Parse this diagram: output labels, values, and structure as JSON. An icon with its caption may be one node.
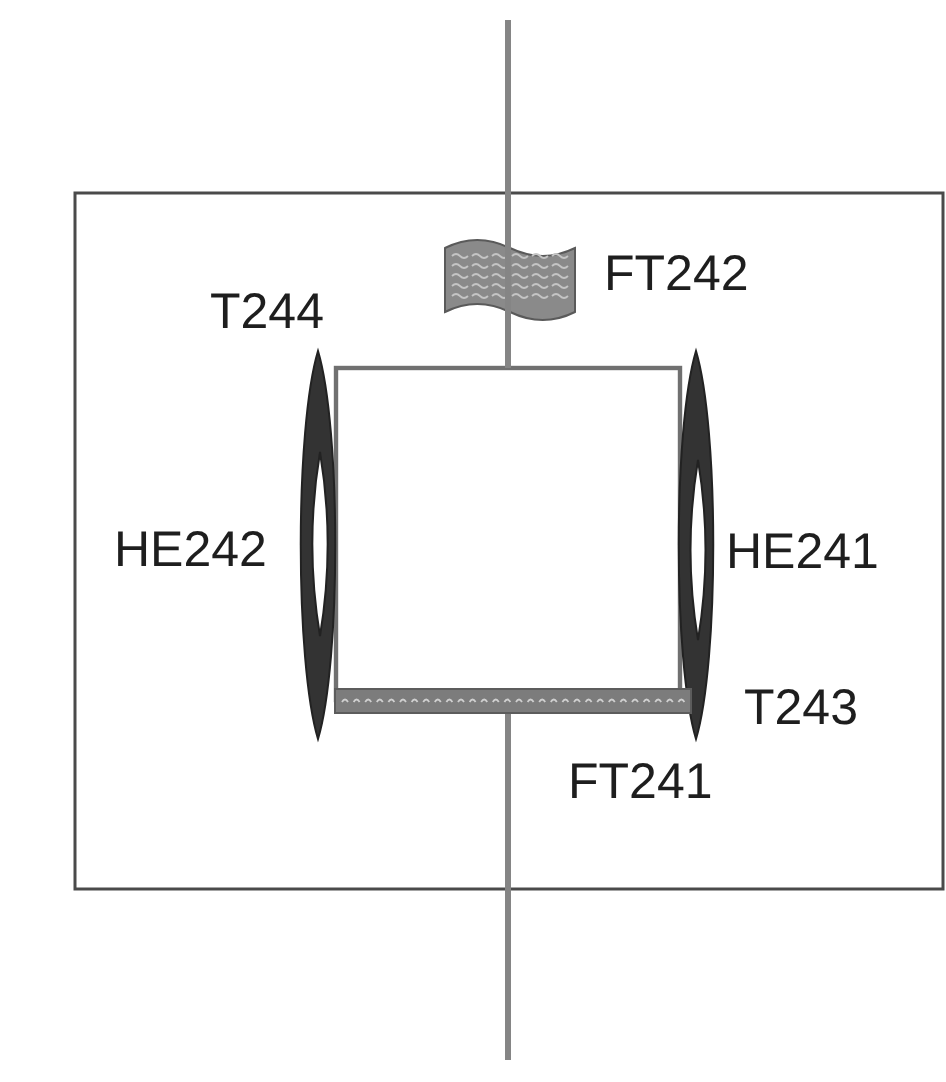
{
  "diagram": {
    "nodes": [
      {
        "text": [],
        "shape": "flag"
      },
      {
        "text": [],
        "shape": "spindle"
      },
      {
        "text": [],
        "shape": "spindle"
      },
      {
        "text": [],
        "shape": "bar"
      }
    ],
    "labels": [
      "T244",
      "FT242",
      "HE242",
      "HE241",
      "T243",
      "FT241"
    ]
  }
}
